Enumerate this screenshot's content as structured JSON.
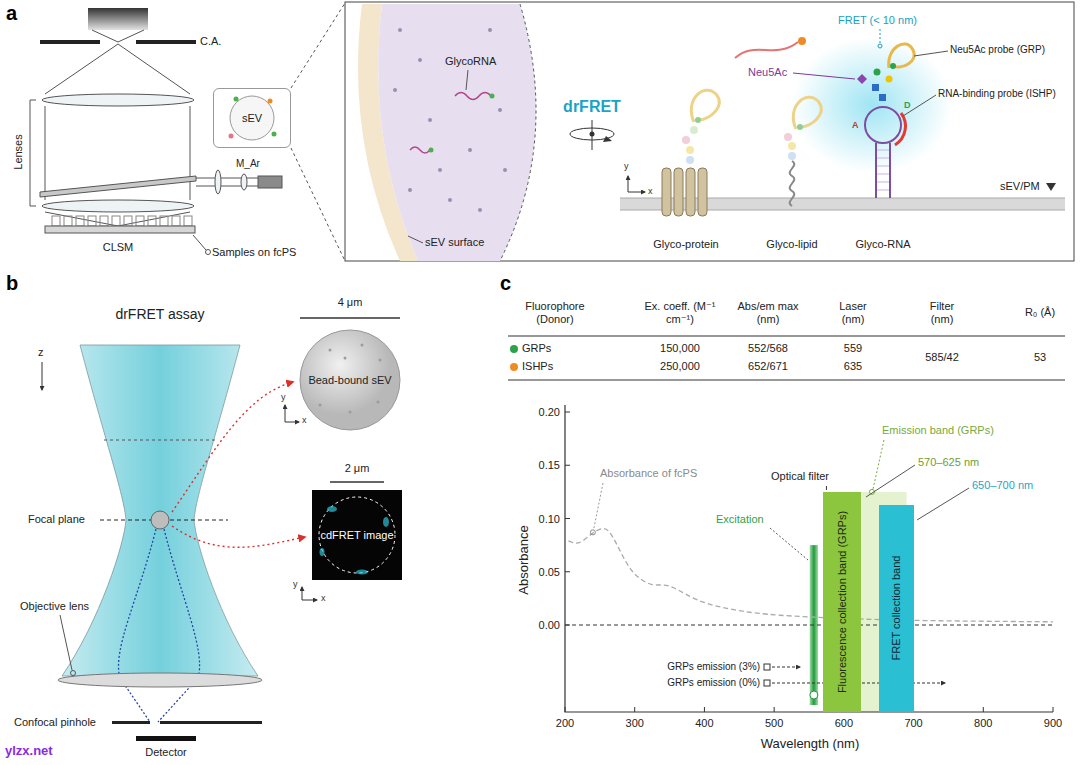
{
  "diagram": {
    "nodes": [
      {
        "text": [
          "sEV"
        ]
      },
      {
        "text": [
          "4 μm",
          "Bead-bound sEV"
        ]
      },
      {
        "text": [
          "2 μm",
          "cdFRET image"
        ]
      },
      {
        "text": [
          "Fluorescence collection band (GRPs)"
        ]
      },
      {
        "text": [
          "FRET collection band"
        ]
      }
    ],
    "labels": [
      "a",
      "C.A.",
      "Lenses",
      "M_Ar",
      "Samples on fcPS",
      "CLSM",
      "GlycoRNA",
      "sEV surface",
      "drFRET",
      "FRET (< 10 nm)",
      "Neu5Ac",
      "Neu5Ac probe (GRP)",
      "RNA-binding probe (ISHP)",
      "sEV/PM",
      "Glyco-protein",
      "Glyco-lipid",
      "Glyco-RNA",
      "y",
      "x",
      "A",
      "D",
      "b",
      "drFRET assay",
      "z",
      "y",
      "x",
      "Focal plane",
      "y",
      "x",
      "Objective lens",
      "Confocal pinhole",
      "Detector",
      "c",
      "Fluorophore (Donor)",
      "Ex. coeff. (M⁻¹ cm⁻¹)",
      "Abs/em max (nm)",
      "Laser (nm)",
      "Filter (nm)",
      "R₀ (Å)",
      "GRPs",
      "150,000",
      "552/568",
      "559",
      "ISHPs",
      "250,000",
      "652/671",
      "635",
      "585/42",
      "53",
      "0.20",
      "0.15",
      "0.10",
      "0.05",
      "0.00",
      "200",
      "300",
      "400",
      "500",
      "600",
      "700",
      "800",
      "900",
      "Absorbance",
      "Wavelength (nm)",
      "Absorbance of fcPS",
      "Optical filter",
      "Emission band (GRPs)",
      "570–625 nm",
      "650–700 nm",
      "Excitation",
      "GRPs emission (3%)",
      "GRPs emission (0%)",
      "ylzx.net"
    ]
  }
}
